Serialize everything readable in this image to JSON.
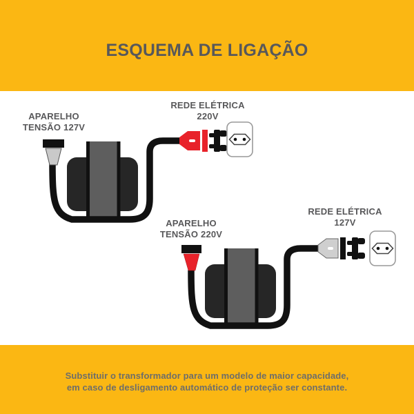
{
  "header": {
    "title": "ESQUEMA DE LIGAÇÃO"
  },
  "footer": {
    "line1": "Substituir o transformador para um modelo de maior capacidade,",
    "line2": "em caso de desligamento automático de proteção ser constante."
  },
  "diagrams": [
    {
      "device_label_line1": "APARELHO",
      "device_label_line2": "TENSÃO 127V",
      "network_label_line1": "REDE ELÉTRICA",
      "network_label_line2": "220V",
      "device_plug_color": "#C9C9C9",
      "network_plug_color": "#E8222A",
      "network_plug_bar_color": "#E8222A"
    },
    {
      "device_label_line1": "APARELHO",
      "device_label_line2": "TENSÃO 220V",
      "network_label_line1": "REDE ELÉTRICA",
      "network_label_line2": "127V",
      "device_plug_color": "#E8222A",
      "network_plug_color": "#CFCFCF",
      "network_plug_bar_color": "#111111"
    }
  ],
  "colors": {
    "band": "#FBB713",
    "title_text": "#58585A",
    "label_text": "#58585A",
    "footer_text": "#6E6E69",
    "cable": "#111111",
    "transformer_body": "#262626",
    "transformer_core": "#5E5E5E",
    "plug_black": "#111111",
    "outlet_border": "#999999",
    "outlet_eye": "#444444"
  }
}
